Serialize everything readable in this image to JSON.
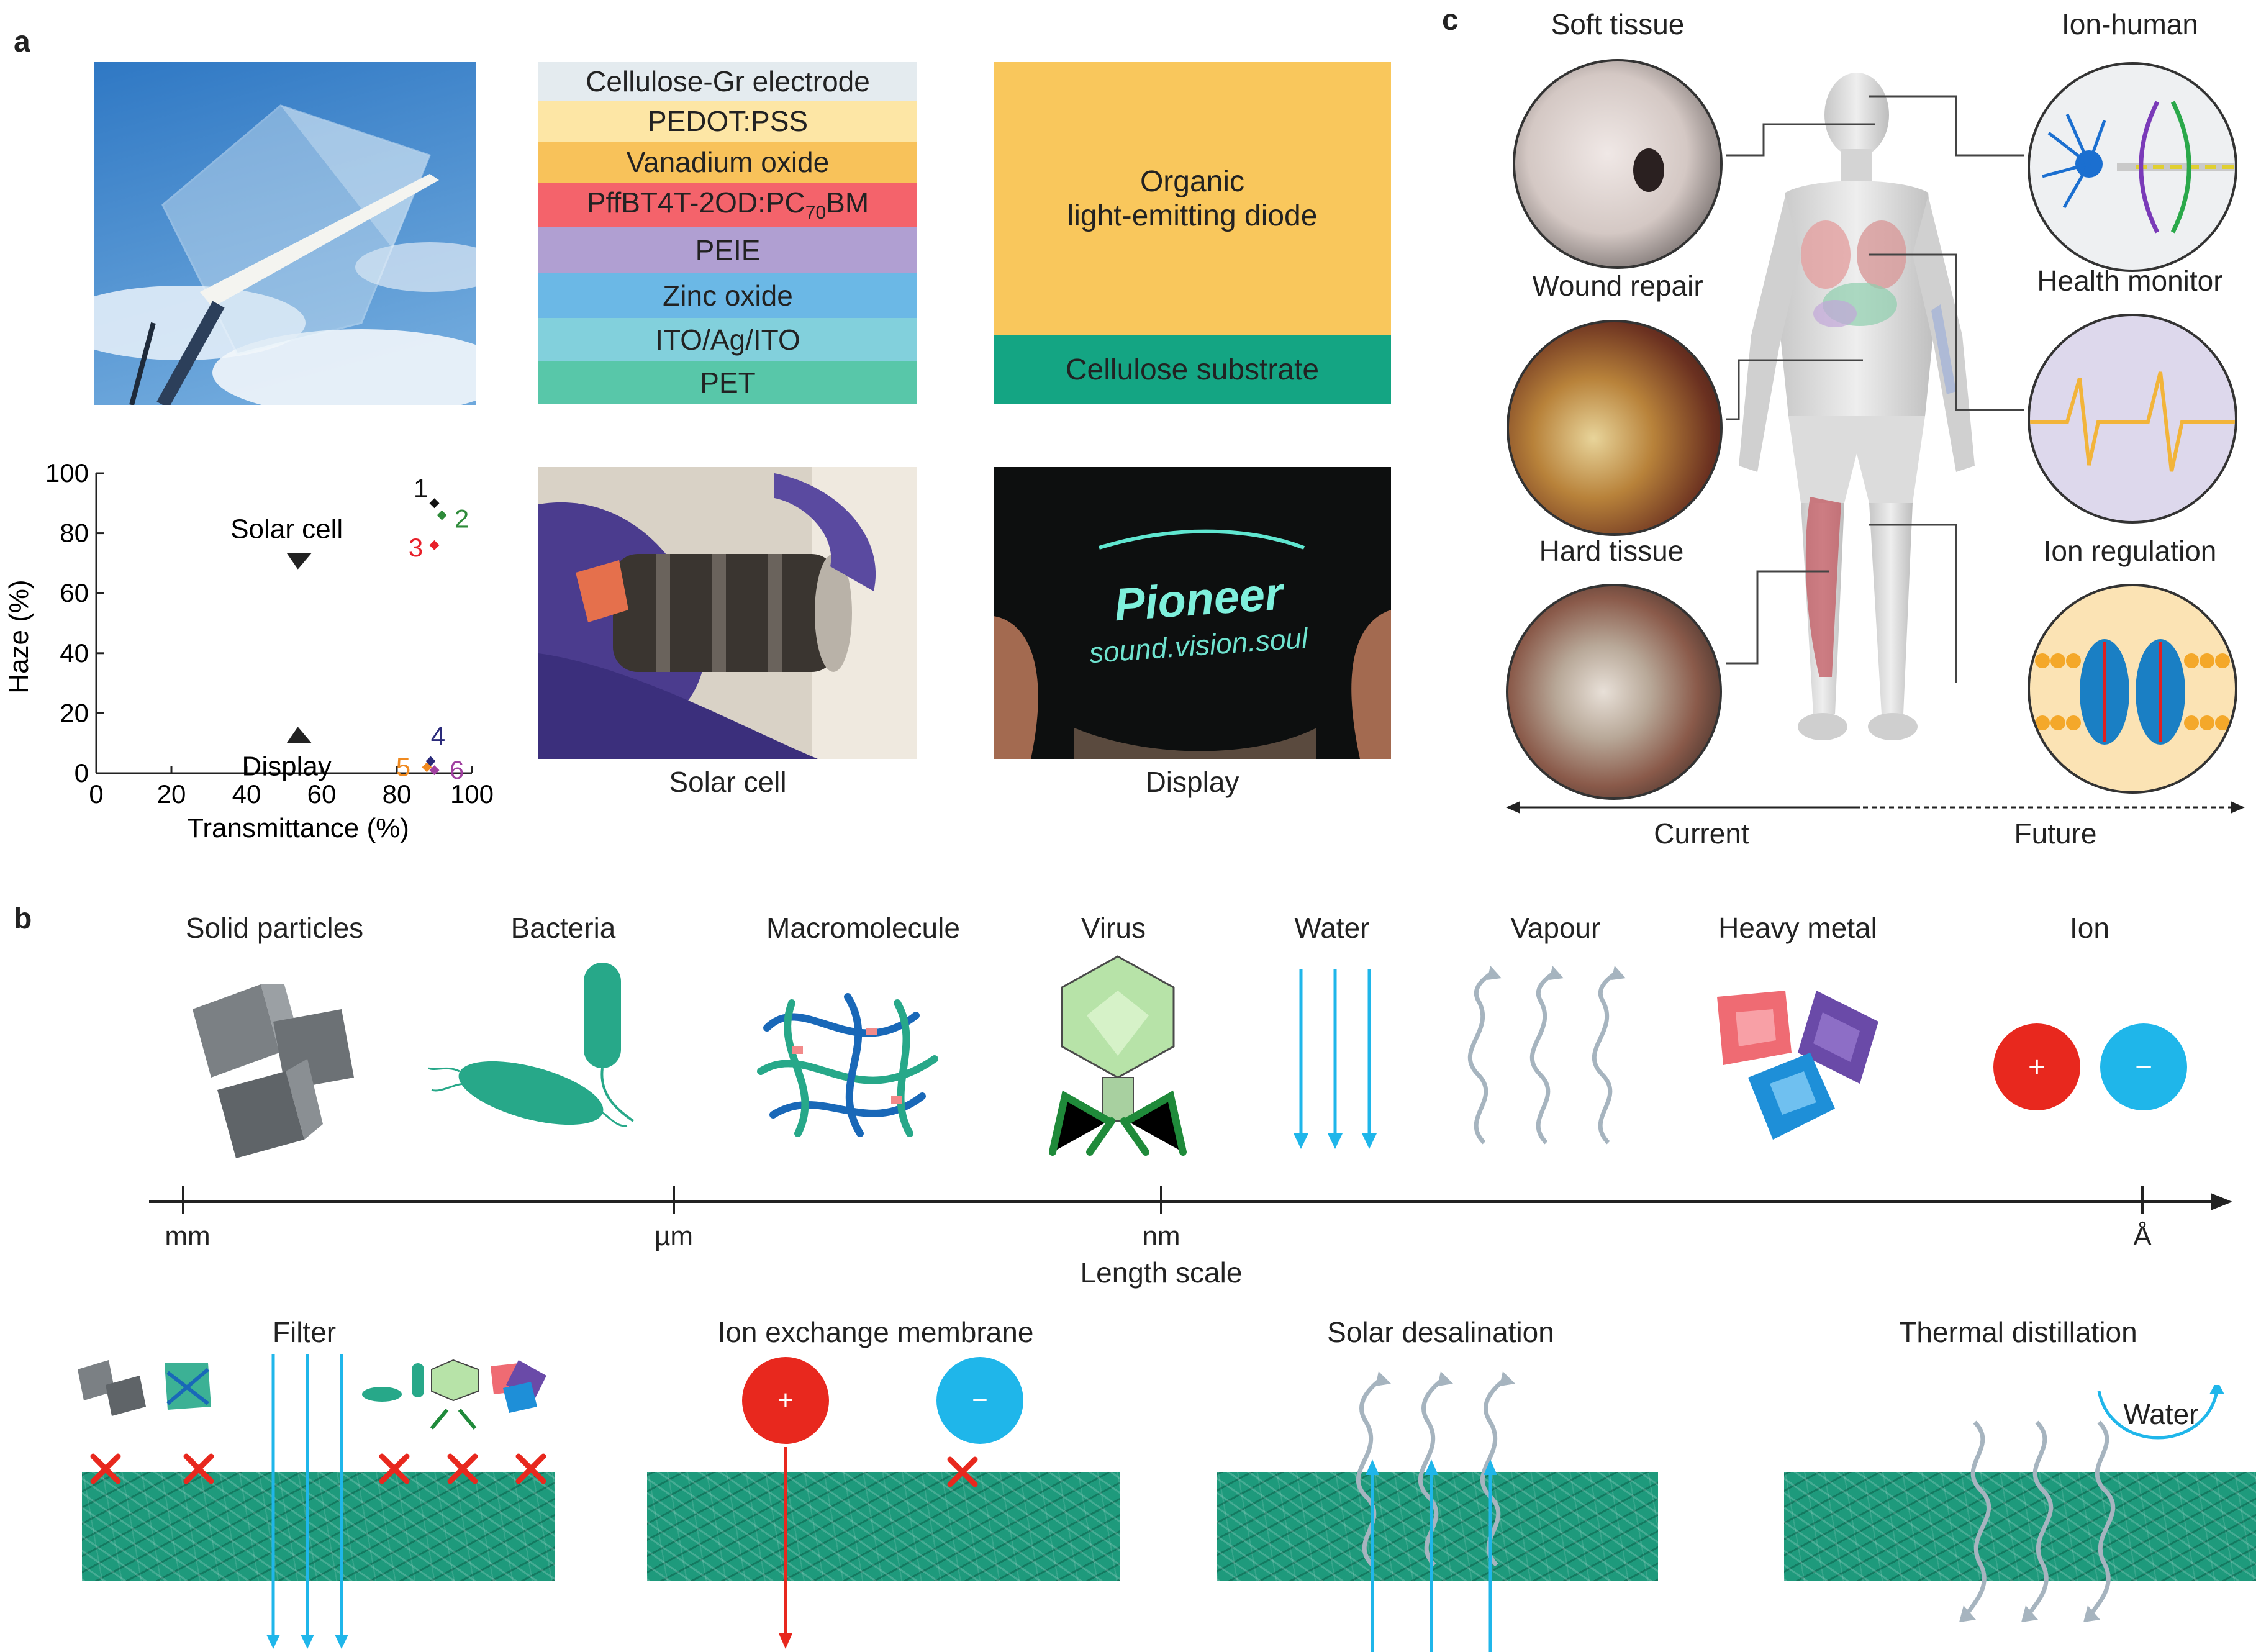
{
  "panel_labels": {
    "a": "a",
    "b": "b",
    "c": "c"
  },
  "panel_a": {
    "stack_layers": [
      {
        "label": "Cellulose-Gr electrode",
        "color": "#e4ebef"
      },
      {
        "label": "PEDOT:PSS",
        "color": "#fde6a5"
      },
      {
        "label": "Vanadium oxide",
        "color": "#f8c25a"
      },
      {
        "label_main": "PffBT4T-2OD:PC",
        "label_sub": "70",
        "label_tail": "BM",
        "color": "#f4636b"
      },
      {
        "label": "PEIE",
        "color": "#b09fd2"
      },
      {
        "label": "Zinc oxide",
        "color": "#6bb8e6"
      },
      {
        "label": "ITO/Ag/ITO",
        "color": "#82d0dc"
      },
      {
        "label": "PET",
        "color": "#58c7a9"
      }
    ],
    "oled_block": {
      "line1": "Organic",
      "line2": "light-emitting diode",
      "substrate": "Cellulose substrate",
      "oled_color": "#f9c75c",
      "substrate_color": "#14a583"
    },
    "photo_captions": {
      "solar": "Solar cell",
      "display": "Display"
    },
    "display_photo_text": {
      "brand": "Pioneer",
      "slogan": "sound.vision.soul"
    }
  },
  "chart_data": {
    "type": "scatter",
    "xlabel": "Transmittance (%)",
    "ylabel": "Haze (%)",
    "xlim": [
      0,
      100
    ],
    "ylim": [
      0,
      100
    ],
    "x_ticks": [
      "0",
      "20",
      "40",
      "60",
      "80",
      "100"
    ],
    "y_ticks": [
      "0",
      "20",
      "40",
      "60",
      "80",
      "100"
    ],
    "points": [
      {
        "label": "1",
        "x": 90,
        "y": 90,
        "color": "#111111"
      },
      {
        "label": "2",
        "x": 92,
        "y": 86,
        "color": "#2e8b3a"
      },
      {
        "label": "3",
        "x": 90,
        "y": 76,
        "color": "#e8202a"
      },
      {
        "label": "4",
        "x": 89,
        "y": 4,
        "color": "#2a2a7a"
      },
      {
        "label": "5",
        "x": 88,
        "y": 2,
        "color": "#f08a20"
      },
      {
        "label": "6",
        "x": 90,
        "y": 1,
        "color": "#a040a0"
      }
    ],
    "annotations": [
      {
        "text": "Solar cell",
        "x": 54,
        "y": 80
      },
      {
        "text": "Display",
        "x": 54,
        "y": 20
      }
    ]
  },
  "panel_b": {
    "items": [
      "Solid particles",
      "Bacteria",
      "Macromolecule",
      "Virus",
      "Water",
      "Vapour",
      "Heavy metal",
      "Ion"
    ],
    "ion_signs": {
      "plus": "+",
      "minus": "−"
    },
    "scale_ticks": [
      "mm",
      "µm",
      "nm",
      "Å"
    ],
    "scale_label": "Length scale",
    "processes": [
      "Filter",
      "Ion exchange membrane",
      "Solar desalination",
      "Thermal distillation"
    ],
    "water_label": "Water",
    "colors": {
      "membrane": "#1e9a7c",
      "blue": "#1fb6ea",
      "red": "#e8281e",
      "grey": "#6f7478"
    }
  },
  "panel_c": {
    "left_titles": [
      "Soft tissue",
      "Wound repair",
      "Hard tissue"
    ],
    "right_titles": [
      "Ion-human",
      "Health monitor",
      "Ion regulation"
    ],
    "axis_current": "Current",
    "axis_future": "Future"
  }
}
